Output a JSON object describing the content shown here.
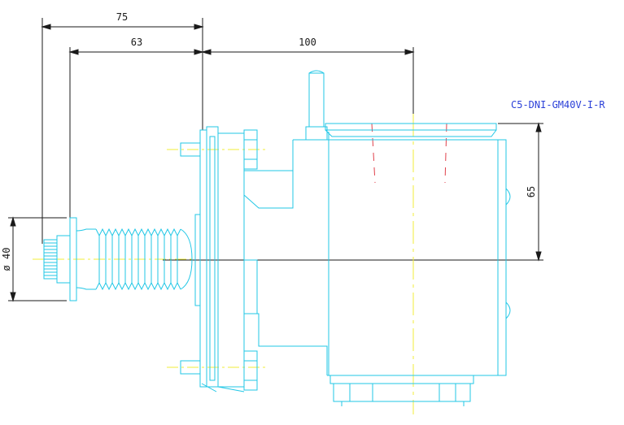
{
  "drawing": {
    "part_number": "C5-DNI-GM40V-I-R",
    "dimensions": {
      "overall_length": "75",
      "shank_length": "63",
      "body_width": "100",
      "center_height": "65",
      "shank_diameter": "ø 40"
    },
    "colors": {
      "outline": "#22c7e6",
      "dimension": "#1a1a1a",
      "centerline": "#f0ee3a",
      "hidden": "#e0404a",
      "label": "#2a3fd8"
    }
  }
}
